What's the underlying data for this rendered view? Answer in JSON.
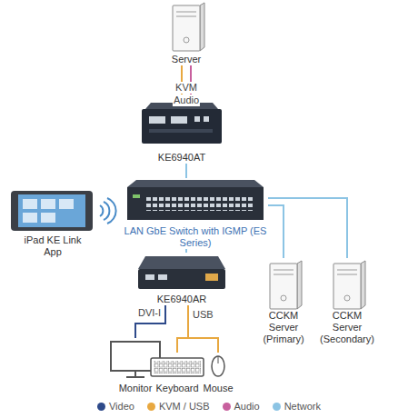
{
  "diagram": {
    "nodes": [
      {
        "text": [
          "Server"
        ]
      },
      {
        "text": [
          "KE6940AT"
        ]
      },
      {
        "text": [
          "LAN GbE Switch with IGMP (ES Series)"
        ]
      },
      {
        "text": [
          "iPad KE Link App"
        ]
      },
      {
        "text": [
          "KE6940AR"
        ]
      },
      {
        "text": [
          "Monitor"
        ]
      },
      {
        "text": [
          "Keyboard"
        ]
      },
      {
        "text": [
          "Mouse"
        ]
      },
      {
        "text": [
          "CCKM Server (Primary)"
        ]
      },
      {
        "text": [
          "CCKM Server (Secondary)"
        ]
      }
    ],
    "edges": [
      {
        "from": 0,
        "to": 1,
        "label": "KVM",
        "arrow": "none"
      },
      {
        "from": 0,
        "to": 1,
        "label": "Audio",
        "arrow": "none"
      },
      {
        "from": 1,
        "to": 2,
        "arrow": "none"
      },
      {
        "from": 2,
        "to": 4,
        "arrow": "none"
      },
      {
        "from": 2,
        "to": 8,
        "arrow": "none"
      },
      {
        "from": 2,
        "to": 9,
        "arrow": "none"
      },
      {
        "from": 4,
        "to": 5,
        "label": "DVI-I",
        "arrow": "none"
      },
      {
        "from": 4,
        "to": 6,
        "label": "USB",
        "arrow": "none"
      },
      {
        "from": 4,
        "to": 7,
        "arrow": "none"
      }
    ],
    "legend": [
      {
        "text": "Video",
        "color": "#2e4a8a"
      },
      {
        "text": "KVM / USB",
        "color": "#e8a840"
      },
      {
        "text": "Audio",
        "color": "#c8609e"
      },
      {
        "text": "Network",
        "color": "#8cc4e4"
      }
    ]
  }
}
